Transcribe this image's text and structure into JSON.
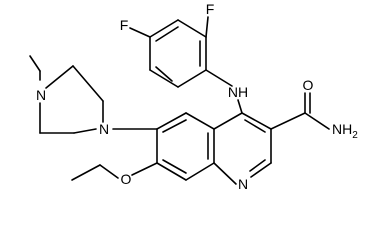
{
  "molecule": {
    "atoms": {
      "f_top": "F",
      "f_ortho": "F",
      "nh_anilino": "NH",
      "n_methyl_piperazine": "N",
      "n_aryl_piperazine": "N",
      "n_quinoline": "N",
      "o_ethoxy": "O",
      "o_carbonyl": "O",
      "nh2_amide": "NH",
      "nh2_subscript": "2"
    }
  }
}
